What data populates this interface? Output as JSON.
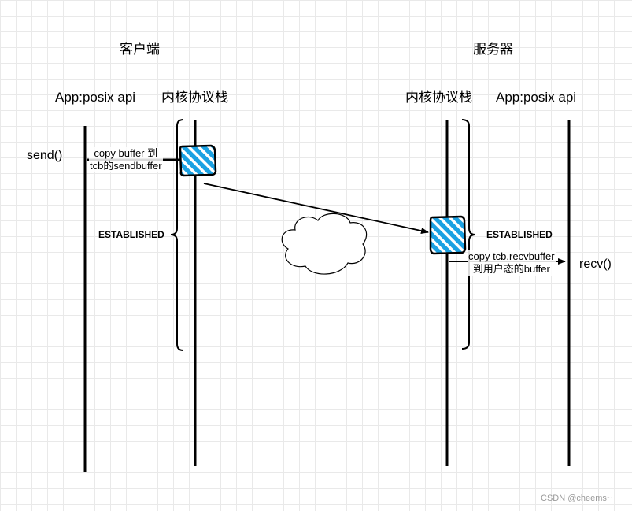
{
  "client": {
    "title": "客户端",
    "app_label": "App:posix api",
    "kernel_label": "内核协议栈",
    "call": "send()",
    "note_line1": "copy buffer 到",
    "note_line2": "tcb的sendbuffer",
    "state": "ESTABLISHED"
  },
  "server": {
    "title": "服务器",
    "kernel_label": "内核协议栈",
    "app_label": "App:posix api",
    "call": "recv()",
    "note_line1": "copy tcb.recvbuffer",
    "note_line2": "到用户态的buffer",
    "state": "ESTABLISHED"
  },
  "colors": {
    "lifeline": "#000000",
    "buffer_fill": "#1ba1e2",
    "buffer_stripe": "#ffffff"
  },
  "icons": [
    "cloud-icon"
  ],
  "watermark": "CSDN @cheems~"
}
